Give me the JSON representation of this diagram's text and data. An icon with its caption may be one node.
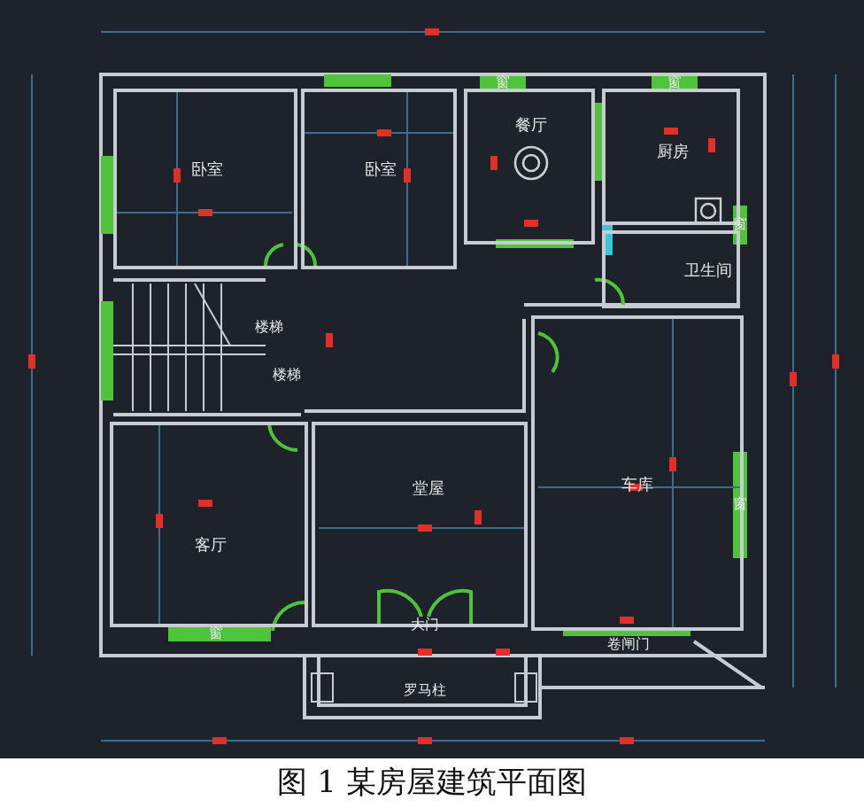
{
  "diagram": {
    "caption": "图 1 某房屋建筑平面图",
    "nodes": [
      {
        "text": [
          "卧室"
        ]
      },
      {
        "text": [
          "卧室"
        ]
      },
      {
        "text": [
          "餐厅"
        ]
      },
      {
        "text": [
          "厨房"
        ]
      },
      {
        "text": [
          "卫生间"
        ]
      },
      {
        "text": [
          "堂屋"
        ]
      },
      {
        "text": [
          "车库"
        ]
      },
      {
        "text": [
          "客厅"
        ]
      }
    ],
    "labels": [
      "窗",
      "窗",
      "窗",
      "楼梯",
      "楼梯",
      "窗",
      "大门",
      "窗",
      "卷闸门",
      "罗马柱"
    ]
  }
}
